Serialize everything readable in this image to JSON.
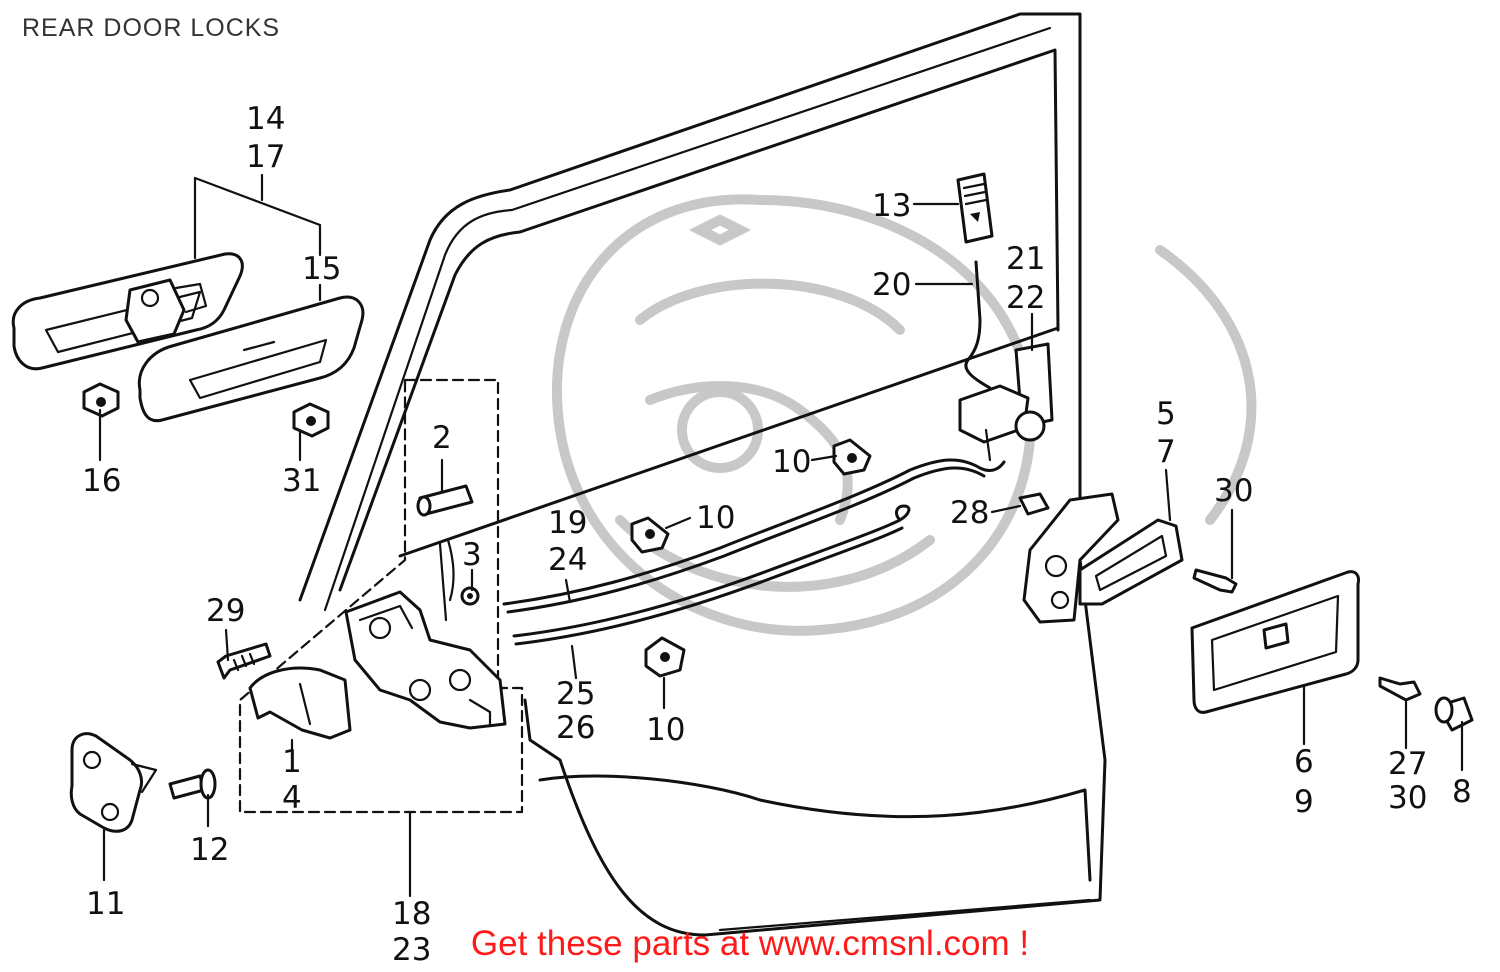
{
  "title": "REAR DOOR LOCKS",
  "callouts": {
    "c14": "14",
    "c17": "17",
    "c15": "15",
    "c16": "16",
    "c31": "31",
    "c2": "2",
    "c3": "3",
    "c29": "29",
    "c1": "1",
    "c4": "4",
    "c11": "11",
    "c12": "12",
    "c18": "18",
    "c23": "23",
    "c19": "19",
    "c24": "24",
    "c25": "25",
    "c26": "26",
    "c10a": "10",
    "c10b": "10",
    "c10c": "10",
    "c13": "13",
    "c20": "20",
    "c21": "21",
    "c22": "22",
    "c28": "28",
    "c5": "5",
    "c7": "7",
    "c30a": "30",
    "c6": "6",
    "c9": "9",
    "c27": "27",
    "c30b": "30",
    "c8": "8"
  },
  "promo": "Get these parts at www.cmsnl.com !",
  "colors": {
    "line": "#111111",
    "watermark": "#c8c8c8",
    "promo": "#ff1a1a"
  }
}
